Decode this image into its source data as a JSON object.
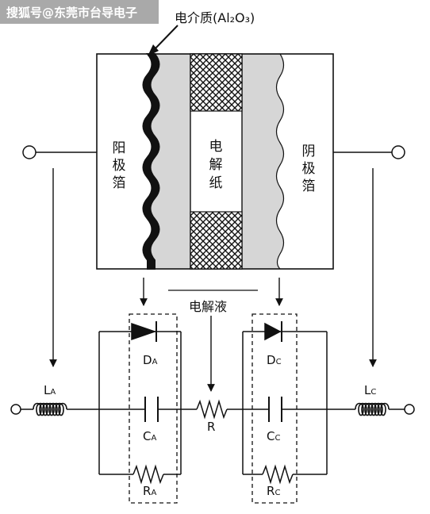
{
  "watermark": "搜狐号@东莞市台导电子",
  "labels": {
    "dielectric": "电介质(Al₂O₃)",
    "anode_foil": [
      "阳",
      "极",
      "箔"
    ],
    "paper": [
      "电",
      "解",
      "纸"
    ],
    "cathode_foil": [
      "阴",
      "极",
      "箔"
    ],
    "electrolyte": "电解液"
  },
  "components": {
    "LA": {
      "main": "L",
      "sub": "A"
    },
    "DA": {
      "main": "D",
      "sub": "A"
    },
    "CA": {
      "main": "C",
      "sub": "A"
    },
    "RA": {
      "main": "R",
      "sub": "A"
    },
    "R": {
      "main": "R",
      "sub": ""
    },
    "DC": {
      "main": "D",
      "sub": "C"
    },
    "CC": {
      "main": "C",
      "sub": "C"
    },
    "RC": {
      "main": "R",
      "sub": "C"
    },
    "LC": {
      "main": "L",
      "sub": "C"
    }
  },
  "colors": {
    "line": "#111111",
    "shaded": "#d6d6d6",
    "watermark_bg": "#9a9a9a"
  }
}
